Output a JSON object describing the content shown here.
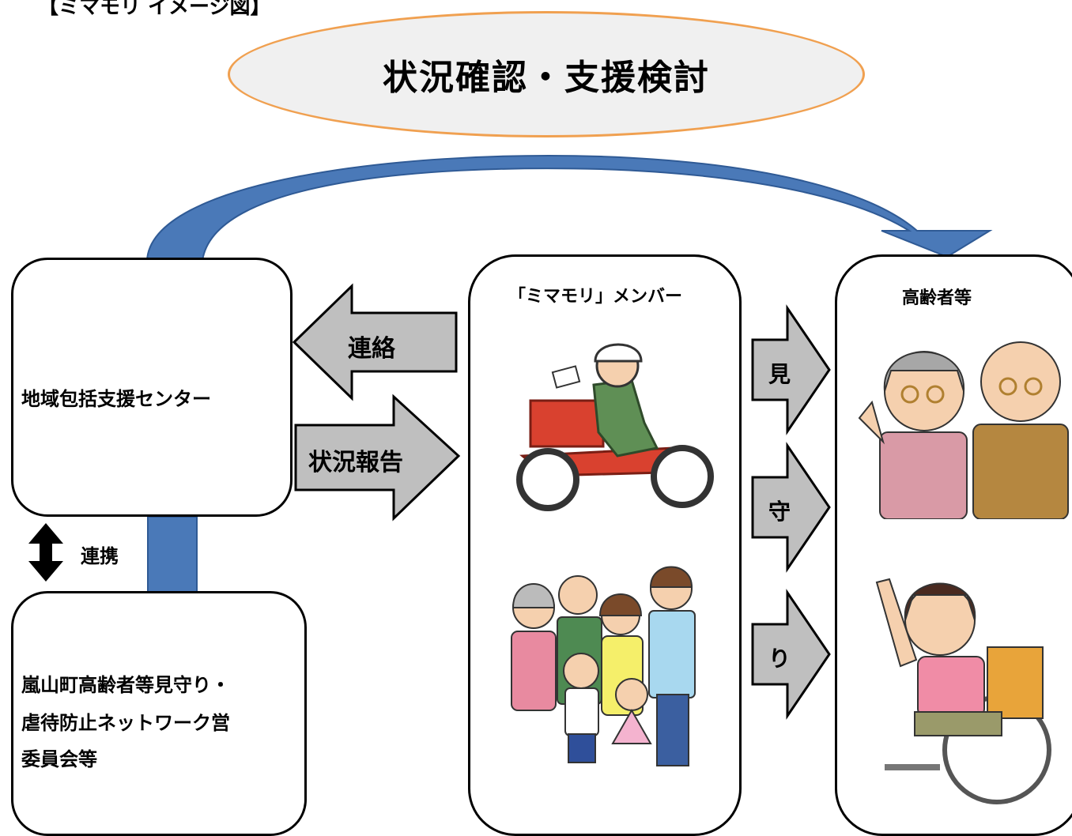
{
  "header": {
    "figure_title": "【ミマモリ イメージ図】",
    "cycle_title": "状況確認・支援検討"
  },
  "center_box": {
    "title": "地域包括支援センター"
  },
  "council_box": {
    "lines": [
      "嵐山町高齢者等見守り・",
      "虐待防止ネットワーク営",
      "委員会等"
    ]
  },
  "link": {
    "label": "連携"
  },
  "members_box": {
    "title": "「ミマモリ」メンバー",
    "illustrations": [
      "postal-worker-illustration",
      "family-illustration"
    ]
  },
  "elderly_box": {
    "title": "高齢者等",
    "illustrations": [
      "elderly-couple-illustration",
      "wheelchair-woman-illustration"
    ]
  },
  "arrows": {
    "contact_label": "連絡",
    "report_label": "状況報告",
    "watch_labels": [
      "見",
      "守",
      "り"
    ]
  },
  "colors": {
    "blue_arrow": "#4a79b8",
    "gray_arrow": "#bfbfbf",
    "ellipse_border": "#f0a050",
    "ellipse_fill": "#f0f0f0"
  }
}
